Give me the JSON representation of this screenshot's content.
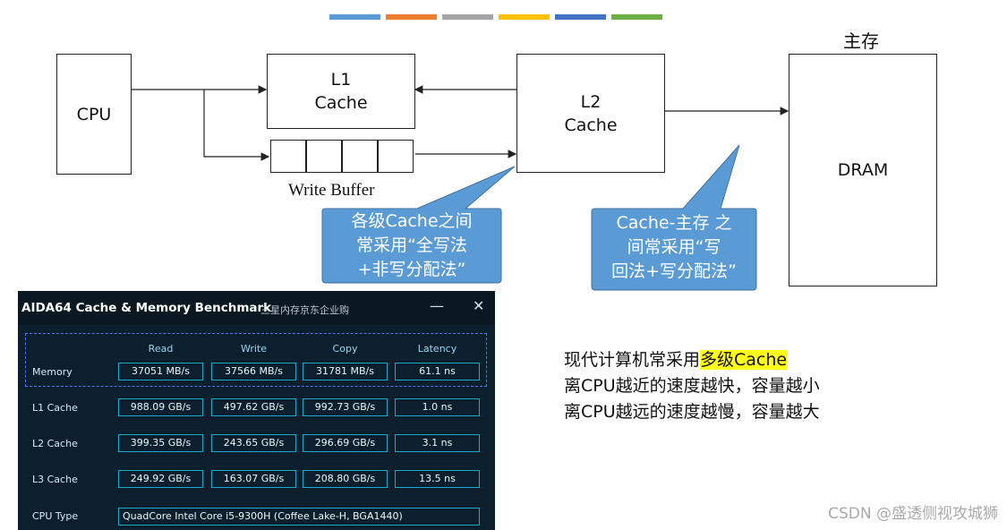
{
  "top_bar_colors": [
    "#5b9bd5",
    "#ed7d31",
    "#a5a5a5",
    "#ffc000",
    "#4472c4",
    "#70ad47"
  ],
  "diagram": {
    "cpu_label": "CPU",
    "l1_label": "L1\nCache",
    "l2_label": "L2\nCache",
    "dram_label": "DRAM",
    "main_memory_label": "主存",
    "write_buffer_label": "Write Buffer"
  },
  "callouts": {
    "left": "各级Cache之间\n常采用“全写法\n+非写分配法”",
    "right": "Cache-主存 之\n间常采用“写\n回法+写分配法”",
    "fill_color": "#5b9bd5"
  },
  "notes": {
    "line1_prefix": "现代计算机常采用",
    "line1_highlight": "多级Cache",
    "line2": "离CPU越近的速度越快，容量越小",
    "line3": "离CPU越远的速度越慢，容量越大"
  },
  "aida": {
    "title": "AIDA64 Cache & Memory Benchmark",
    "subtitle": "三星内存京东企业购",
    "minimize_label": "—",
    "close_label": "✕",
    "columns": [
      "Read",
      "Write",
      "Copy",
      "Latency"
    ],
    "rows": [
      {
        "label": "Memory",
        "values": [
          "37051 MB/s",
          "37566 MB/s",
          "31781 MB/s",
          "61.1 ns"
        ]
      },
      {
        "label": "L1 Cache",
        "values": [
          "988.09 GB/s",
          "497.62 GB/s",
          "992.73 GB/s",
          "1.0 ns"
        ]
      },
      {
        "label": "L2 Cache",
        "values": [
          "399.35 GB/s",
          "243.65 GB/s",
          "296.69 GB/s",
          "3.1 ns"
        ]
      },
      {
        "label": "L3 Cache",
        "values": [
          "249.92 GB/s",
          "163.07 GB/s",
          "208.80 GB/s",
          "13.5 ns"
        ]
      }
    ],
    "cpu_type_label": "CPU Type",
    "cpu_type_value": "QuadCore Intel Core i5-9300H  (Coffee Lake-H, BGA1440)"
  },
  "watermark": "CSDN @盛透侧视攻城狮"
}
